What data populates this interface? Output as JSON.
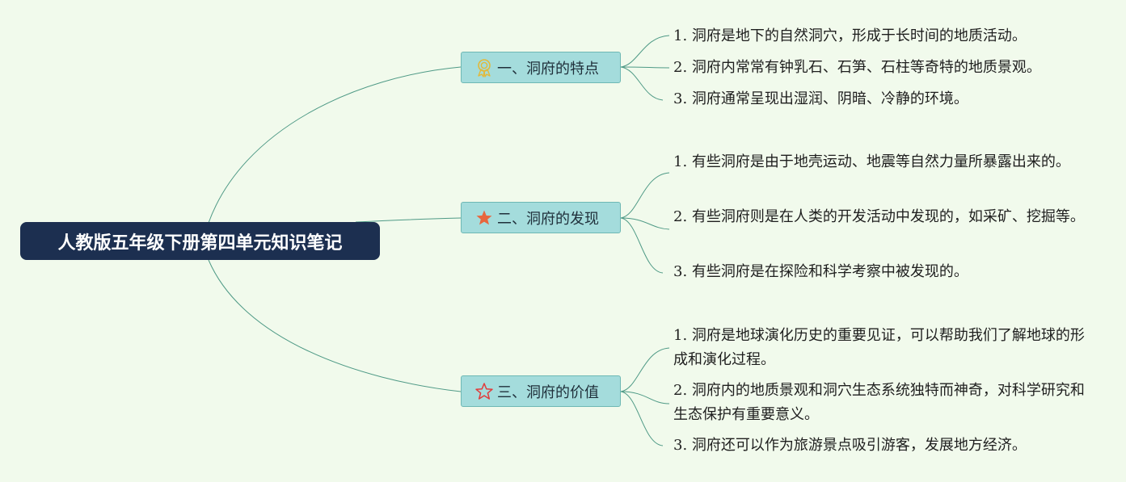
{
  "root": {
    "title": "人教版五年级下册第四单元知识笔记"
  },
  "branches": [
    {
      "label": "一、洞府的特点",
      "icon": "award-ribbon-icon",
      "items": [
        "1. 洞府是地下的自然洞穴，形成于长时间的地质活动。",
        "2. 洞府内常常有钟乳石、石笋、石柱等奇特的地质景观。",
        "3. 洞府通常呈现出湿润、阴暗、冷静的环境。"
      ]
    },
    {
      "label": "二、洞府的发现",
      "icon": "star-filled-icon",
      "items": [
        "1. 有些洞府是由于地壳运动、地震等自然力量所暴露出来的。",
        "2. 有些洞府则是在人类的开发活动中发现的，如采矿、挖掘等。",
        "3. 有些洞府是在探险和科学考察中被发现的。"
      ]
    },
    {
      "label": "三、洞府的价值",
      "icon": "star-outline-icon",
      "items": [
        "1. 洞府是地球演化历史的重要见证，可以帮助我们了解地球的形成和演化过程。",
        "2. 洞府内的地质景观和洞穴生态系统独特而神奇，对科学研究和生态保护有重要意义。",
        "3. 洞府还可以作为旅游景点吸引游客，发展地方经济。"
      ]
    }
  ],
  "colors": {
    "background": "#f1faec",
    "root_fill": "#1c2f50",
    "branch_fill": "#a4dcdc",
    "connector": "#4f9a86",
    "award_icon": "#e2b93a",
    "star_filled": "#e8663d",
    "star_outline": "#e23b3b"
  }
}
